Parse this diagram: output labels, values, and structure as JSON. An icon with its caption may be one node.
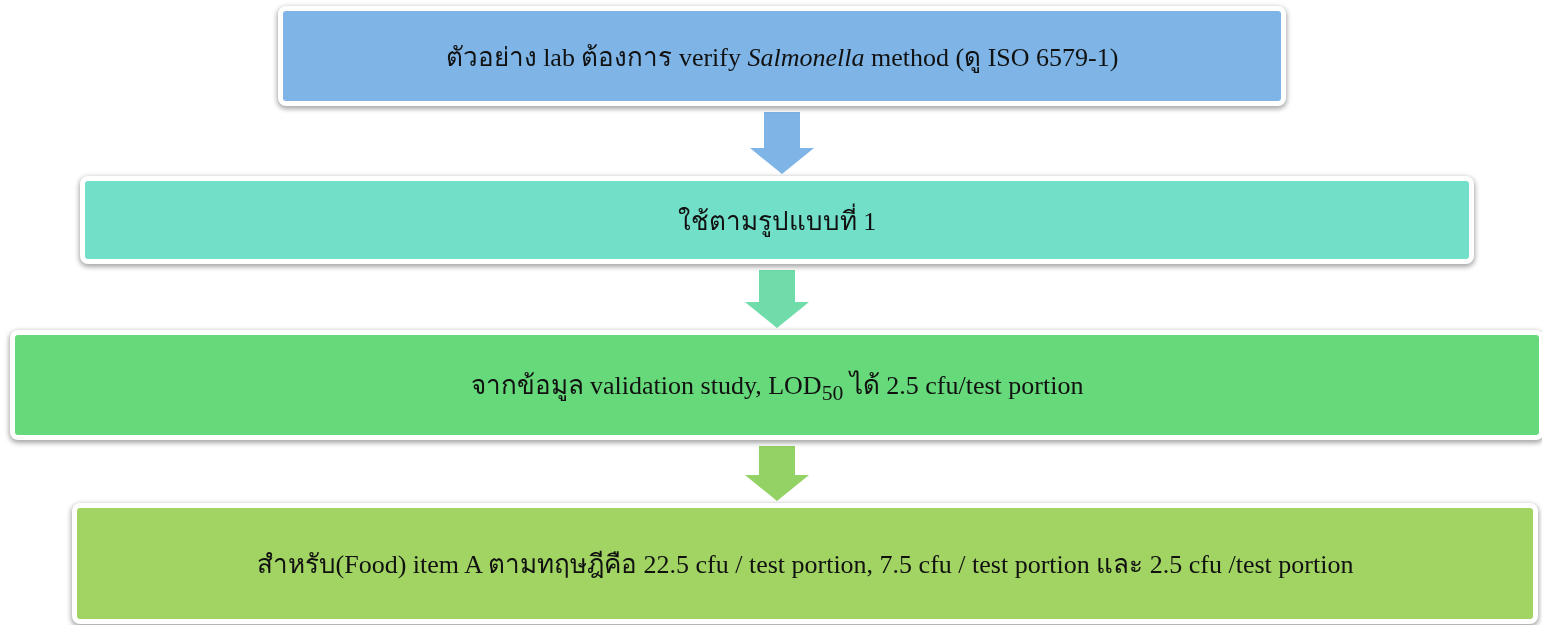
{
  "diagram": {
    "nodes": [
      {
        "text": [
          "ตัวอย่าง   lab ต้องการ verify *Salmonella* method (ดู ISO 6579-1)"
        ]
      },
      {
        "text": [
          "ใช้ตามรูปแบบที่ 1"
        ]
      },
      {
        "text": [
          "จากข้อมูล validation study, LOD$_{50}$  ได้ 2.5 cfu/test portion"
        ]
      },
      {
        "text": [
          "สำหรับ(Food) item A ตามทฤษฎีคือ 22.5 cfu / test portion, 7.5 cfu / test portion และ 2.5 cfu /test portion"
        ]
      }
    ],
    "edges": [
      {
        "from": 0,
        "to": 1,
        "arrow": "to",
        "color": "#7eb5e6"
      },
      {
        "from": 1,
        "to": 2,
        "arrow": "to",
        "color": "#6fdcaa"
      },
      {
        "from": 2,
        "to": 3,
        "arrow": "to",
        "color": "#93d264"
      }
    ]
  }
}
